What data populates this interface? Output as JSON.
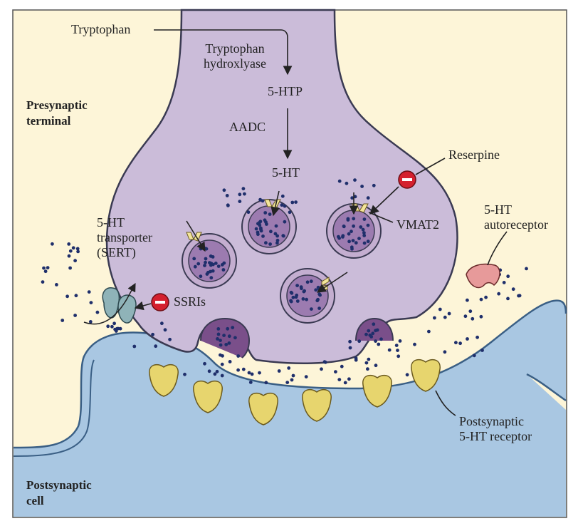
{
  "colors": {
    "background": "#fdf5d8",
    "presynaptic_fill": "#cbbcd9",
    "membrane": "#3a3a52",
    "postsynaptic_fill": "#a9c7e2",
    "cleft": "#fbf2c8",
    "vesicle_fill": "#c4aed0",
    "vesicle_core": "#7a4f8a",
    "dot": "#1f2f6b",
    "receptor": "#e7d56e",
    "autoreceptor": "#e79a9a",
    "sert": "#8fb3b8",
    "inhibitor": "#d4202e"
  },
  "labels": {
    "tryptophan": "Tryptophan",
    "tph_line1": "Tryptophan",
    "tph_line2": "hydroxlyase",
    "htp": "5-HTP",
    "aadc": "AADC",
    "ht": "5-HT",
    "presynaptic_line1": "Presynaptic",
    "presynaptic_line2": "terminal",
    "reserpine": "Reserpine",
    "vmat2": "VMAT2",
    "autoreceptor_line1": "5-HT",
    "autoreceptor_line2": "autoreceptor",
    "sert_line1": "5-HT",
    "sert_line2": "transporter",
    "sert_line3": "(SERT)",
    "ssris": "SSRIs",
    "postsyn_receptor_line1": "Postsynaptic",
    "postsyn_receptor_line2": "5-HT receptor",
    "postsynaptic_line1": "Postsynaptic",
    "postsynaptic_line2": "cell"
  },
  "icons": {
    "inhibitor": "minus-circle-icon",
    "receptor": "receptor-icon",
    "transporter": "transporter-icon"
  }
}
